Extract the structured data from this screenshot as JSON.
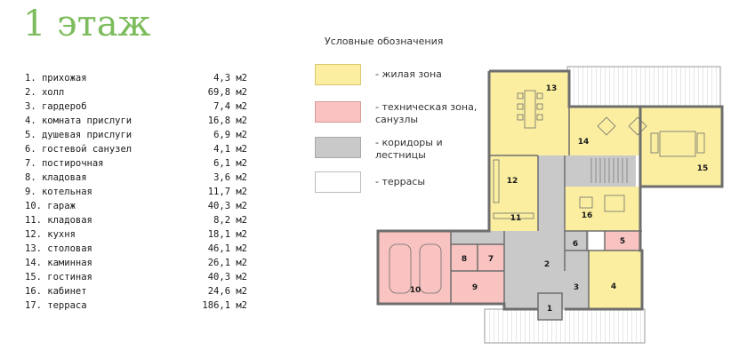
{
  "title": "1 этаж",
  "rooms": [
    {
      "name": "1. прихожая",
      "area": "4,3 м2"
    },
    {
      "name": "2. холл",
      "area": "69,8 м2"
    },
    {
      "name": "3. гардероб",
      "area": "7,4 м2"
    },
    {
      "name": "4. комната прислуги",
      "area": "16,8 м2"
    },
    {
      "name": "5. душевая прислуги",
      "area": "6,9 м2"
    },
    {
      "name": "6. гостевой санузел",
      "area": "4,1 м2"
    },
    {
      "name": "7. постирочная",
      "area": "6,1 м2"
    },
    {
      "name": "8. кладовая",
      "area": "3,6 м2"
    },
    {
      "name": "9. котельная",
      "area": "11,7 м2"
    },
    {
      "name": "10. гараж",
      "area": "40,3 м2"
    },
    {
      "name": "11. кладовая",
      "area": "8,2 м2"
    },
    {
      "name": "12. кухня",
      "area": "18,1 м2"
    },
    {
      "name": "13. столовая",
      "area": "46,1 м2"
    },
    {
      "name": "14. каминная",
      "area": "26,1 м2"
    },
    {
      "name": "15. гостиная",
      "area": "40,3 м2"
    },
    {
      "name": "16. кабинет",
      "area": "24,6 м2"
    },
    {
      "name": "17. терраса",
      "area": "186,1 м2"
    }
  ],
  "legend": {
    "title": "Условные обозначения",
    "items": [
      {
        "label": "- жилая зона",
        "color": "#fbeea0"
      },
      {
        "label": "- техническая зона, санузлы",
        "color": "#f8c3c0"
      },
      {
        "label": "- коридоры и лестницы",
        "color": "#c9c9c9"
      },
      {
        "label": "- террасы",
        "color": "#ffffff"
      }
    ]
  },
  "plan": {
    "colors": {
      "living": "#fbeea0",
      "technical": "#f8c3c0",
      "corridor": "#c9c9c9",
      "terrace": "#ffffff",
      "wall": "#6e6e6e"
    },
    "labels": [
      "1",
      "2",
      "3",
      "4",
      "5",
      "6",
      "7",
      "8",
      "9",
      "10",
      "11",
      "12",
      "13",
      "14",
      "15",
      "16"
    ]
  }
}
